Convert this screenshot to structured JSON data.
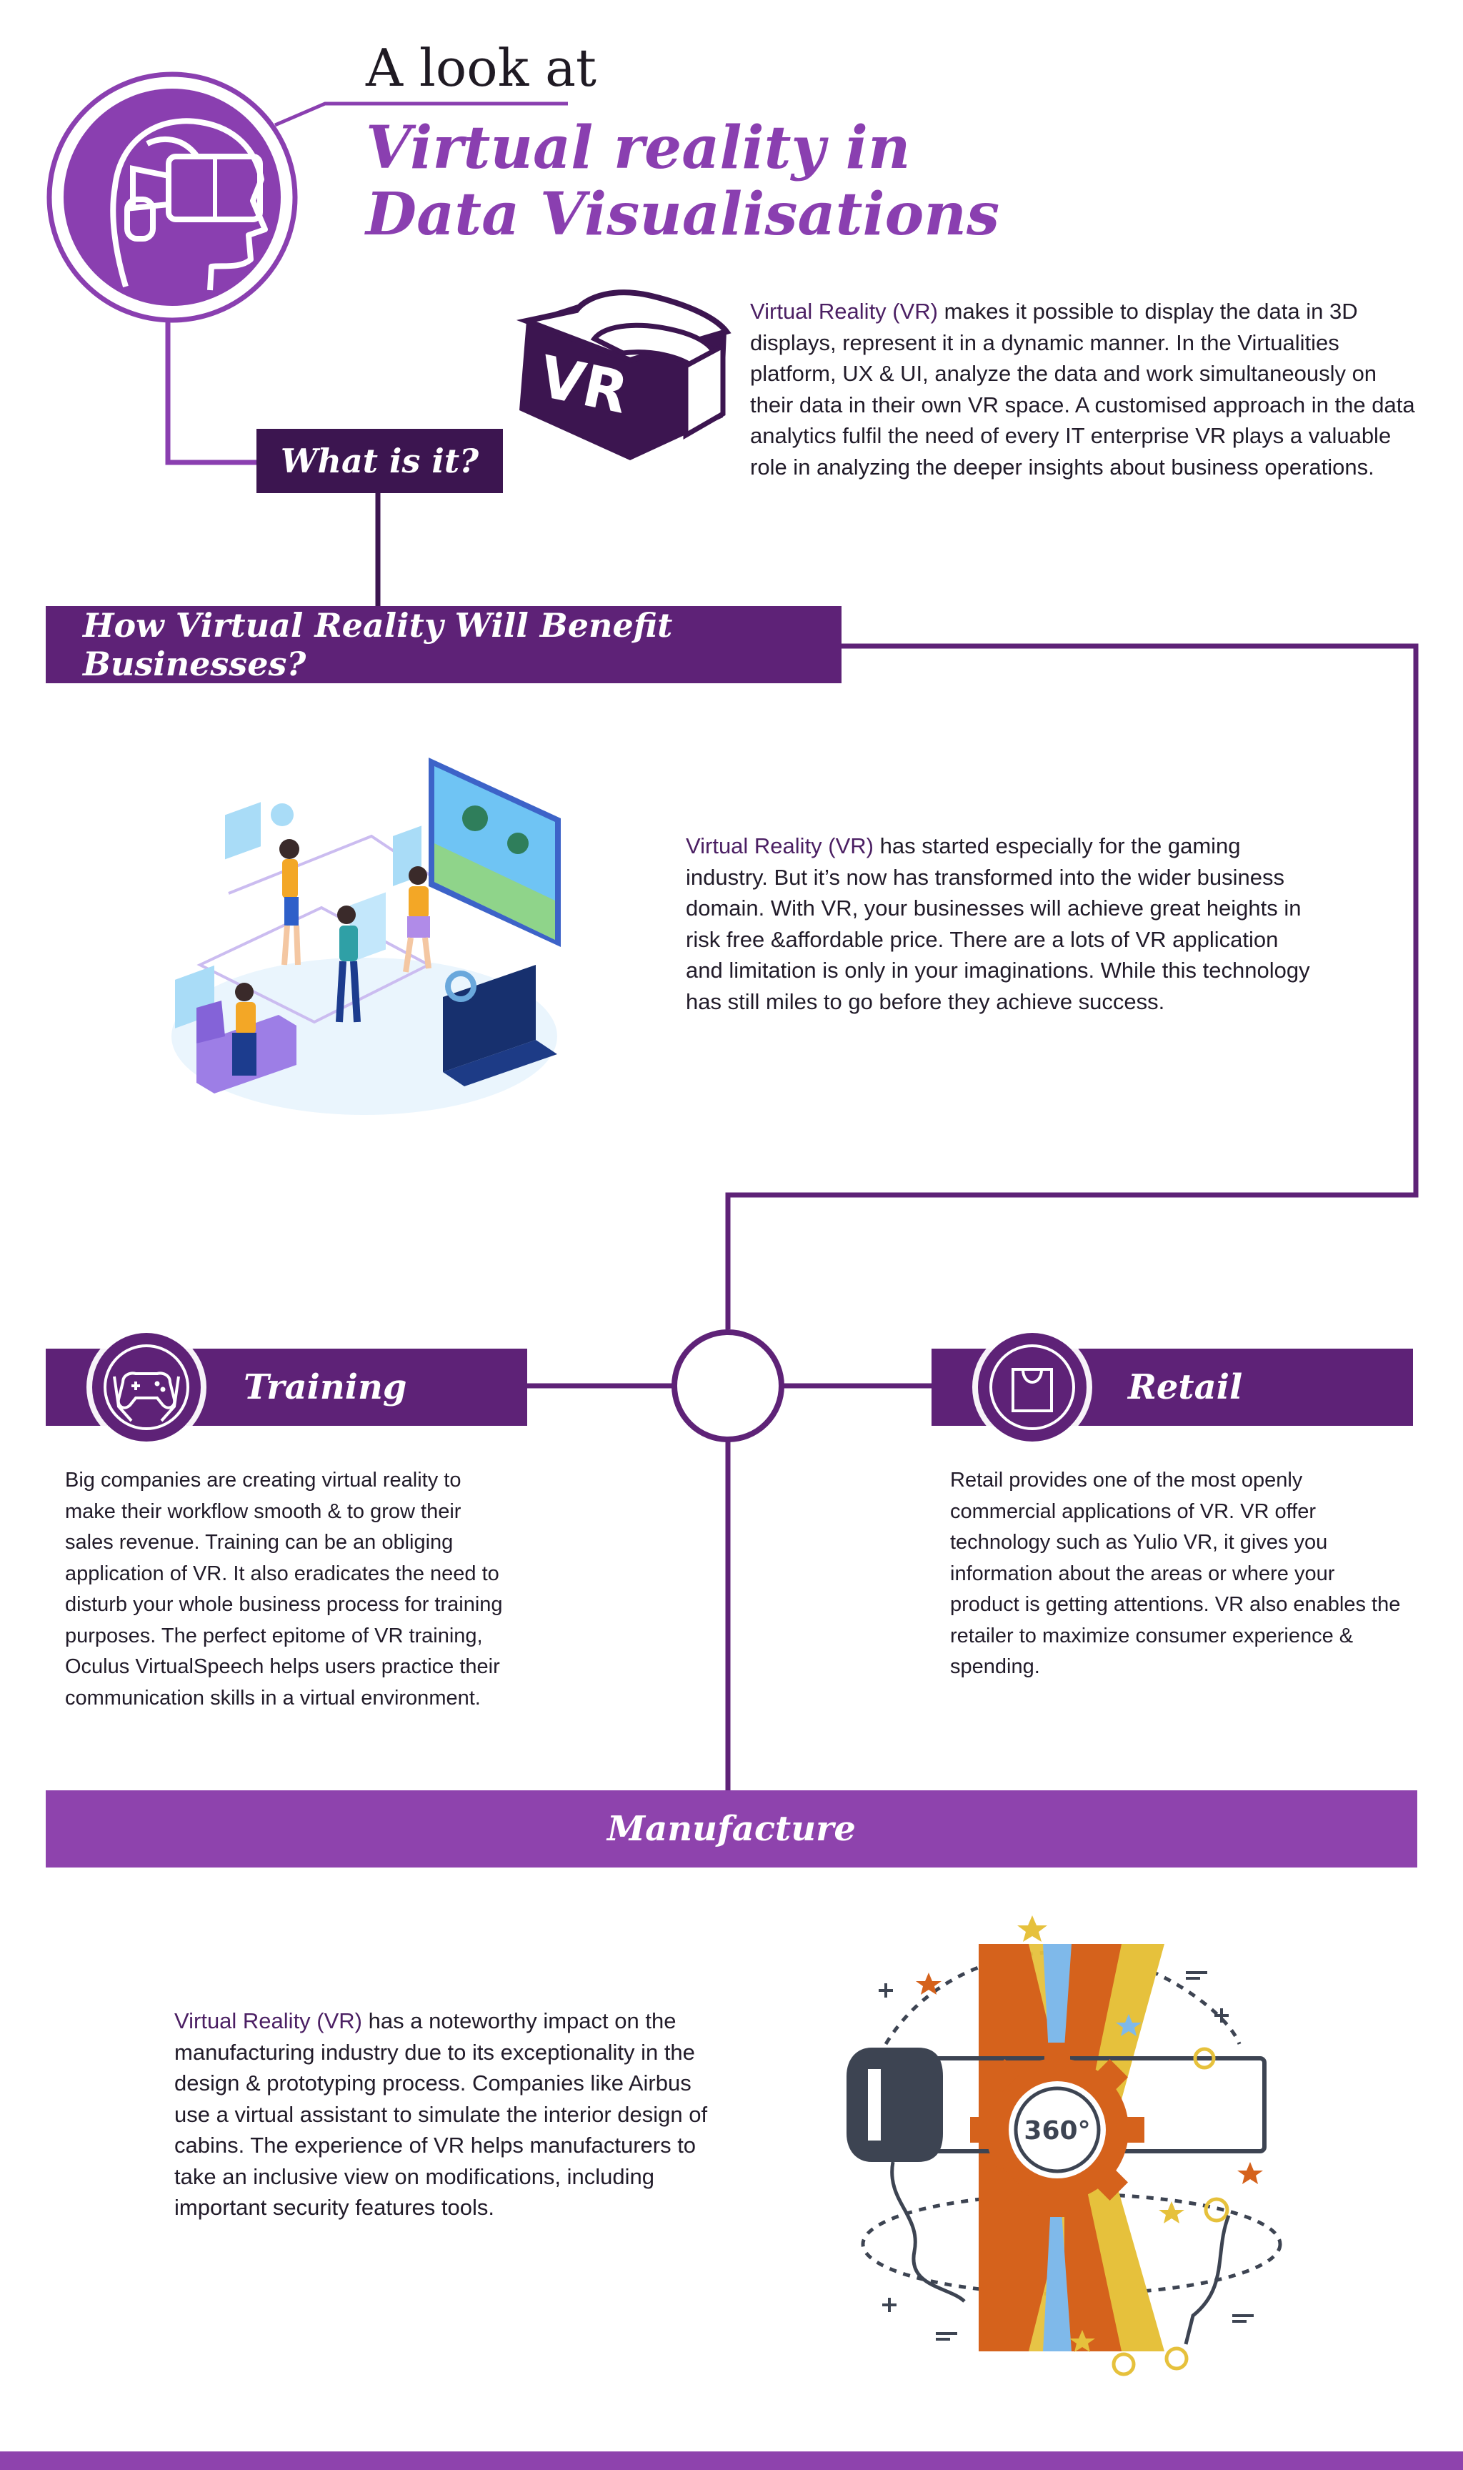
{
  "header": {
    "kicker": "A look at",
    "title_line1": "Virtual reality in",
    "title_line2": "Data Visualisations"
  },
  "icons": {
    "hero": "vr-headset-head-icon",
    "vr_box": "vr-goggles-icon",
    "training": "gamepad-hands-icon",
    "retail": "shopping-bag-icon",
    "manufacture": "360-gear-vr-icon"
  },
  "what_is_it": {
    "heading": "What is it?",
    "lead": "Virtual Reality (VR)",
    "text": " makes it possible to display the data in 3D displays, represent it in a dynamic manner. In the Virtualities platform, UX & UI, analyze the  data and work simultaneously on their data in their own VR space. A customised approach in the data analytics fulfil the need of every IT enterprise VR plays a valuable role in analyzing the deeper insights about business operations."
  },
  "benefits": {
    "heading": "How Virtual Reality Will Benefit Businesses?",
    "lead": "Virtual Reality (VR)",
    "text": " has started especially for the gaming industry. But it’s now has transformed into the wider business domain. With VR, your businesses will achieve great heights in risk free &affordable price. There are a lots of VR application and limitation is only in your imaginations. While this technology has still miles to go before they achieve success."
  },
  "training": {
    "heading": "Training",
    "text": "Big companies are creating virtual reality to make their workflow smooth & to grow their sales revenue. Training can be an obliging application of VR. It also eradicates the need to disturb your whole business process for training purposes. The perfect epitome of VR training, Oculus VirtualSpeech helps users practice their communication skills in a virtual environment."
  },
  "retail": {
    "heading": "Retail",
    "text": "Retail provides one of the most openly commercial applications of VR. VR offer technology such as Yulio VR, it gives you information about the areas or where your product is getting attentions. VR also enables the retailer to maximize consumer experience & spending."
  },
  "manufacture": {
    "heading": "Manufacture",
    "lead": "Virtual Reality (VR)",
    "text": " has a noteworthy impact on the manufacturing industry due to its exceptionality in the design & prototyping process. Companies like Airbus use a virtual assistant to simulate the interior design of cabins. The experience of VR helps manufacturers to take an inclusive view on modifications, including important security features tools.",
    "badge": "360°"
  },
  "colors": {
    "dark_purple": "#3c1550",
    "purple": "#5e2277",
    "light_purple": "#8e43ad",
    "title_purple": "#8a3fb0",
    "orange": "#d5621c",
    "yellow": "#e6c13c",
    "sky": "#7fb9ea",
    "slate": "#3d4452"
  }
}
